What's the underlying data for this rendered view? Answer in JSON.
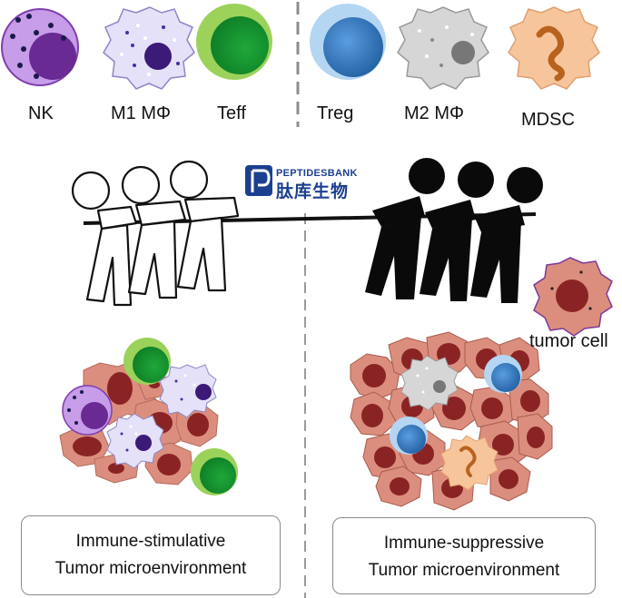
{
  "cell_types": {
    "nk": "NK",
    "m1": "M1 MΦ",
    "teff": "Teff",
    "treg": "Treg",
    "m2": "M2 MΦ",
    "mdsc": "MDSC"
  },
  "tumor_cell_label": "tumor cell",
  "logo": {
    "name": "PEPTIDESBANK",
    "chinese": "肽库生物"
  },
  "left_box": {
    "line1": "Immune-stimulative",
    "line2": "Tumor microenvironment"
  },
  "right_box": {
    "line1": "Immune-suppressive",
    "line2": "Tumor microenvironment"
  },
  "colors": {
    "nk": "#b48ad6",
    "m1": "#d8d4f2",
    "teff": "#3ab54a",
    "treg": "#3a7ec3",
    "m2": "#cfcfcf",
    "mdsc": "#f3b98a",
    "tumor": "#d9897a",
    "tumor_nucleus": "#8a2424"
  }
}
